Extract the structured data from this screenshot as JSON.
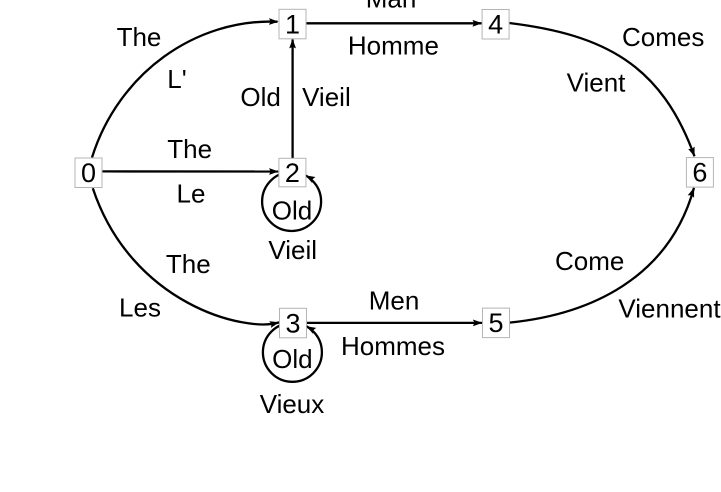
{
  "diagram": {
    "type": "finite-state-transducer-lattice",
    "background_color": "#ffffff",
    "line_color": "#000000",
    "node_border_color": "#b4b4b4",
    "nodes": [
      {
        "id": "0"
      },
      {
        "id": "1"
      },
      {
        "id": "2"
      },
      {
        "id": "3"
      },
      {
        "id": "4"
      },
      {
        "id": "5"
      },
      {
        "id": "6"
      }
    ],
    "edges": [
      {
        "from": "0",
        "to": "1",
        "input": "The",
        "output": "L'"
      },
      {
        "from": "0",
        "to": "2",
        "input": "The",
        "output": "Le"
      },
      {
        "from": "0",
        "to": "3",
        "input": "The",
        "output": "Les"
      },
      {
        "from": "2",
        "to": "1",
        "input": "Old",
        "output": "Vieil"
      },
      {
        "from": "2",
        "to": "2",
        "input": "Old",
        "output": "Vieil"
      },
      {
        "from": "3",
        "to": "3",
        "input": "Old",
        "output": "Vieux"
      },
      {
        "from": "1",
        "to": "4",
        "input": "Man",
        "output": "Homme"
      },
      {
        "from": "3",
        "to": "5",
        "input": "Men",
        "output": "Hommes"
      },
      {
        "from": "4",
        "to": "6",
        "input": "Comes",
        "output": "Vient"
      },
      {
        "from": "5",
        "to": "6",
        "input": "Come",
        "output": "Viennent"
      }
    ]
  }
}
